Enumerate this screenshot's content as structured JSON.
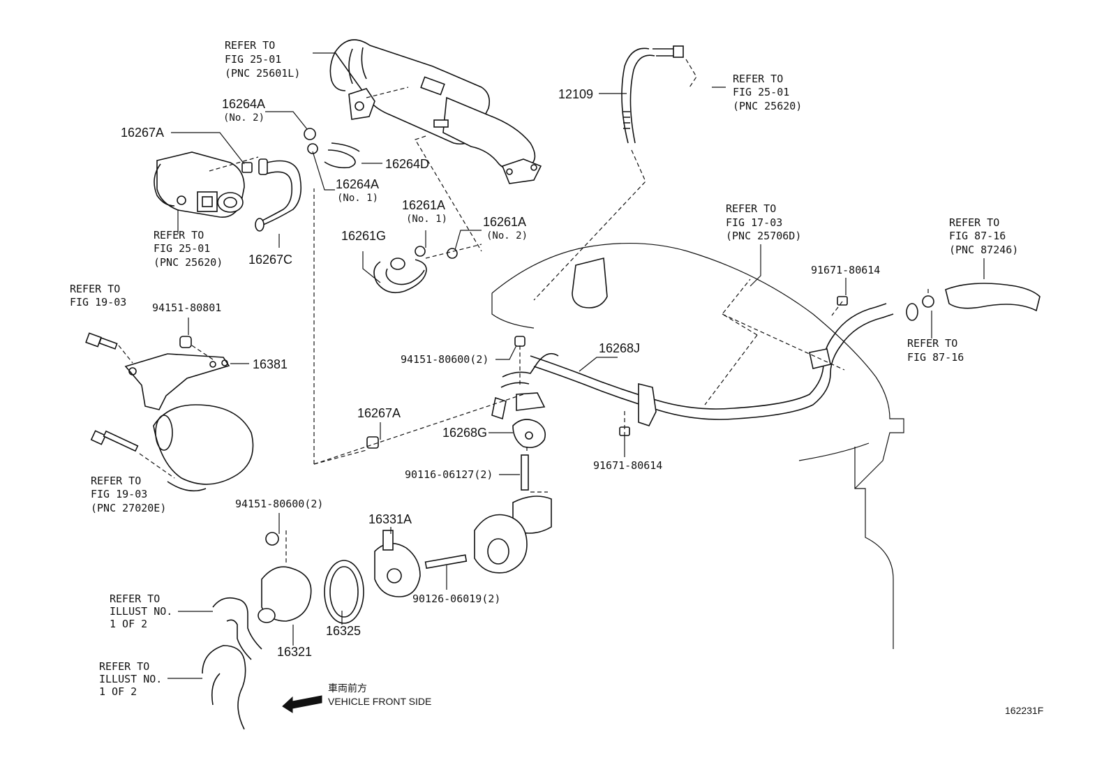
{
  "diagram": {
    "figure_code": "162231F",
    "direction": {
      "japanese": "車両前方",
      "english": "VEHICLE FRONT SIDE"
    },
    "callouts": {
      "refer_25601L": [
        "REFER  TO",
        "FIG  25-01",
        "(PNC  25601L)"
      ],
      "refer_25620_top": [
        "REFER  TO",
        "FIG  25-01",
        "(PNC  25620)"
      ],
      "refer_25620_left": [
        "REFER  TO",
        "FIG  25-01",
        "(PNC  25620)"
      ],
      "refer_25706D": [
        "REFER  TO",
        "FIG  17-03",
        "(PNC  25706D)"
      ],
      "refer_87246": [
        "REFER  TO",
        "FIG  87-16",
        "(PNC  87246)"
      ],
      "refer_87_16": [
        "REFER  TO",
        "FIG  87-16"
      ],
      "refer_19_03_a": [
        "REFER  TO",
        "FIG  19-03"
      ],
      "refer_27020E": [
        "REFER  TO",
        "FIG  19-03",
        "(PNC  27020E)"
      ],
      "refer_illust_a": [
        "REFER  TO",
        "ILLUST  NO.",
        "1  OF  2"
      ],
      "refer_illust_b": [
        "REFER  TO",
        "ILLUST  NO.",
        "1  OF  2"
      ]
    },
    "parts": {
      "p16264A_no2": {
        "number": "16264A",
        "note": "(No. 2)"
      },
      "p16267A_top": {
        "number": "16267A"
      },
      "p16264D": {
        "number": "16264D"
      },
      "p16264A_no1": {
        "number": "16264A",
        "note": "(No. 1)"
      },
      "p16267C": {
        "number": "16267C"
      },
      "p12109": {
        "number": "12109"
      },
      "p16261A_no1": {
        "number": "16261A",
        "note": "(No. 1)"
      },
      "p16261A_no2": {
        "number": "16261A",
        "note": "(No. 2)"
      },
      "p16261G": {
        "number": "16261G"
      },
      "p94151_80801": {
        "number": "94151-80801"
      },
      "p16381": {
        "number": "16381"
      },
      "p94151_80600_a": {
        "number": "94151-80600(2)"
      },
      "p16268J": {
        "number": "16268J"
      },
      "p91671_80614_a": {
        "number": "91671-80614"
      },
      "p91671_80614_b": {
        "number": "91671-80614"
      },
      "p16267A_mid": {
        "number": "16267A"
      },
      "p16268G": {
        "number": "16268G"
      },
      "p90116_06127": {
        "number": "90116-06127(2)"
      },
      "p94151_80600_b": {
        "number": "94151-80600(2)"
      },
      "p16331A": {
        "number": "16331A"
      },
      "p90126_06019": {
        "number": "90126-06019(2)"
      },
      "p16325": {
        "number": "16325"
      },
      "p16321": {
        "number": "16321"
      }
    }
  }
}
